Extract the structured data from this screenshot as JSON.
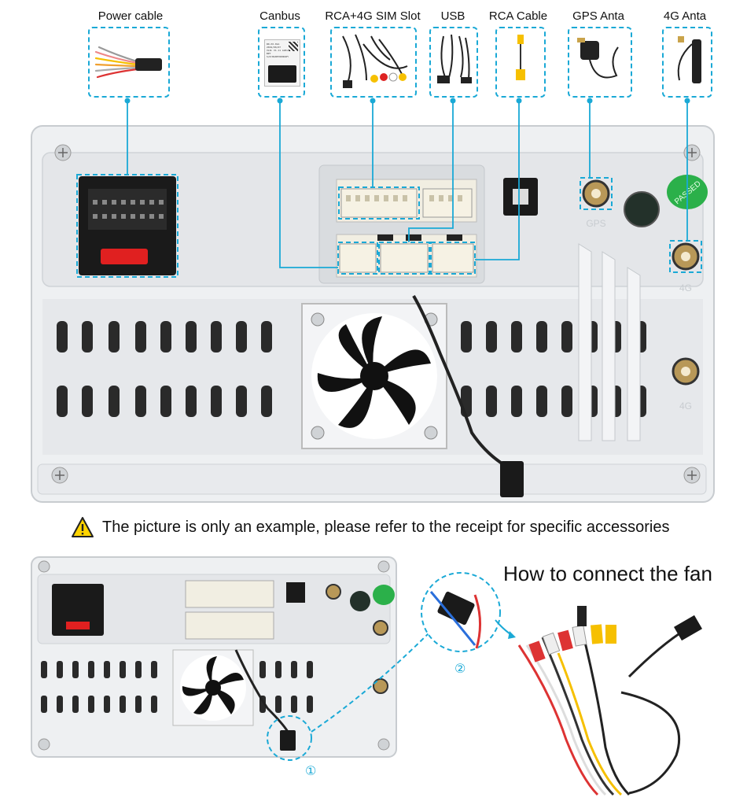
{
  "labels": {
    "power_cable": "Power cable",
    "canbus": "Canbus",
    "rca_4g_sim": "RCA+4G SIM Slot",
    "usb": "USB",
    "rca_cable": "RCA Cable",
    "gps_anta": "GPS Anta",
    "four_g_anta": "4G Anta"
  },
  "panel_marks": {
    "gps": "GPS",
    "four_g_top": "4G",
    "four_g_bottom": "4G",
    "passed": "PASSED"
  },
  "canbus_box_text": [
    "RD-XX-01A",
    "2019/06/07",
    "VLVL V1.11 G1B1 BPY",
    "S/N:BA0876D9D4FC"
  ],
  "notice": "The picture is only an example, please refer to the receipt for specific accessories",
  "fan_title": "How to connect the fan",
  "steps": {
    "one": "①",
    "two": "②"
  },
  "colors": {
    "accent": "#1aa9d6",
    "chassis": "#e3e5e8",
    "fuse": "#e02020",
    "passed_badge": "#2bb04a",
    "warning": "#ffd400"
  }
}
